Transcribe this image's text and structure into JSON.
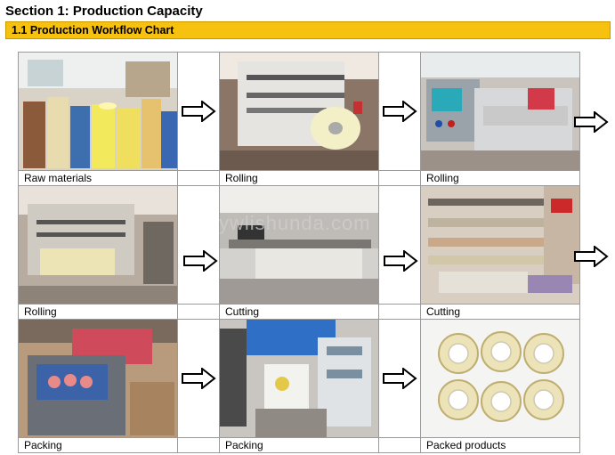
{
  "section": {
    "title": "Section 1: Production Capacity"
  },
  "subsection": {
    "title": "1.1 Production Workflow Chart"
  },
  "watermark": "ywlishunda.com",
  "accent_color": "#f7c10f",
  "rows": [
    {
      "captions": [
        "Raw materials",
        "Rolling",
        "Rolling"
      ]
    },
    {
      "captions": [
        "Rolling",
        "Cutting",
        "Cutting"
      ]
    },
    {
      "captions": [
        "Packing",
        "Packing",
        "Packed products"
      ]
    }
  ],
  "icons": [
    "arrow-right-icon"
  ]
}
